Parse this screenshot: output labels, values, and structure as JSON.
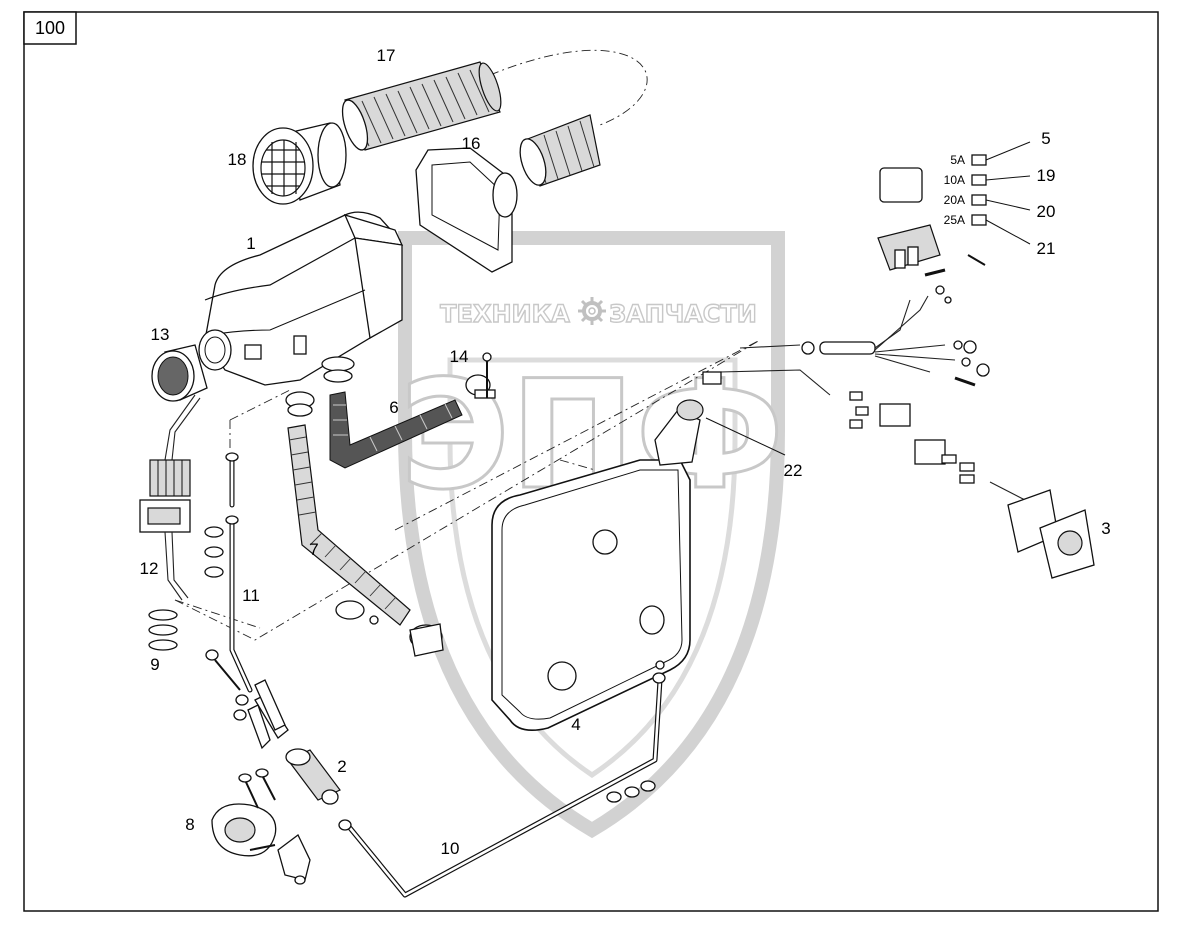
{
  "sheet": {
    "number": "100"
  },
  "watermark": {
    "left_word": "ТЕХНИКА",
    "right_word": "ЗАПЧАСТИ",
    "big_letters": "ЭПФ"
  },
  "callouts": {
    "c1": "1",
    "c2": "2",
    "c3": "3",
    "c4": "4",
    "c5": "5",
    "c6": "6",
    "c7": "7",
    "c8": "8",
    "c9": "9",
    "c10": "10",
    "c11": "11",
    "c12": "12",
    "c13": "13",
    "c14": "14",
    "c16": "16",
    "c17": "17",
    "c18": "18",
    "c19": "19",
    "c20": "20",
    "c21": "21",
    "c22": "22"
  },
  "fuses": {
    "f5": "5A",
    "f10": "10A",
    "f20": "20A",
    "f25": "25A"
  }
}
